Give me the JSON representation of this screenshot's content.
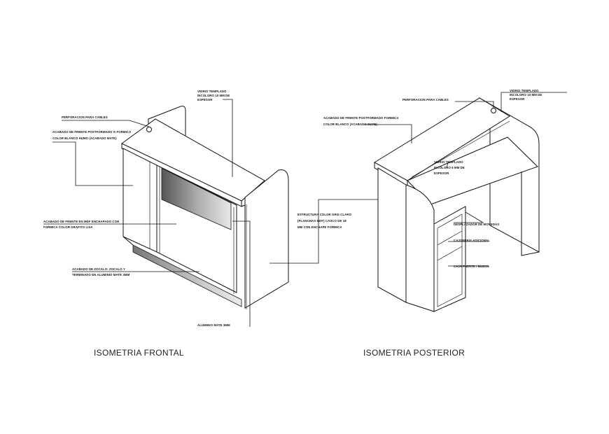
{
  "views": {
    "front": {
      "caption": "ISOMETRIA  FRONTAL",
      "notes": {
        "glass": [
          "VIDRIO TEMPLADO",
          "INCOLORO 10 MM DE",
          "ESPESOR"
        ],
        "cable_hole": [
          "PERFORACION PARA CABLES"
        ],
        "top_finish": [
          "ACABADO DE FRENTE POSTFORMADO O FORMICA",
          "COLOR BLANCO HUMO (ACABADO MATE)"
        ],
        "panel_finish": [
          "ACABADO DE FRENTE EN MDF ENCHAPADO CON",
          "FORMICA COLOR GRAFITO LISA"
        ],
        "base_finish": [
          "ACABADO DE ZOCALO: ZOCALO Y",
          "TERMINADO EN ALUMINIO MATE 3MM"
        ],
        "aluminum": [
          "ALUMINIO MATE 3MM"
        ]
      }
    },
    "rear": {
      "caption": "ISOMETRIA POSTERIOR",
      "notes": {
        "cable_hole": [
          "PERFORACION PARA CABLES"
        ],
        "glass": [
          "VIDRIO TEMPLADO",
          "INCOLORO 10 MM DE",
          "ESPESOR"
        ],
        "top_finish": [
          "ACABADO DE FRENTE POSTFORMADO FORMICA",
          "COLOR BLANCO (ACABADO MATE)"
        ],
        "desk_glass": [
          "VIDRIO TEMPLADO",
          "INCOLORO 6 MM DE",
          "ESPESOR"
        ],
        "structure": [
          "ESTRUCTURA COLOR GRIS CLARO",
          "(PLANCHAS MDF) CASCO DE 18",
          "MM CON ENCHAPE FORMICA"
        ],
        "drawer": [
          "DESPLAZADOR DE MONEDAS"
        ],
        "shelf": [
          "CAJONERIA ADICIONAL"
        ],
        "cash_box": [
          "CAJA FUERTE / BUZON"
        ]
      }
    }
  }
}
